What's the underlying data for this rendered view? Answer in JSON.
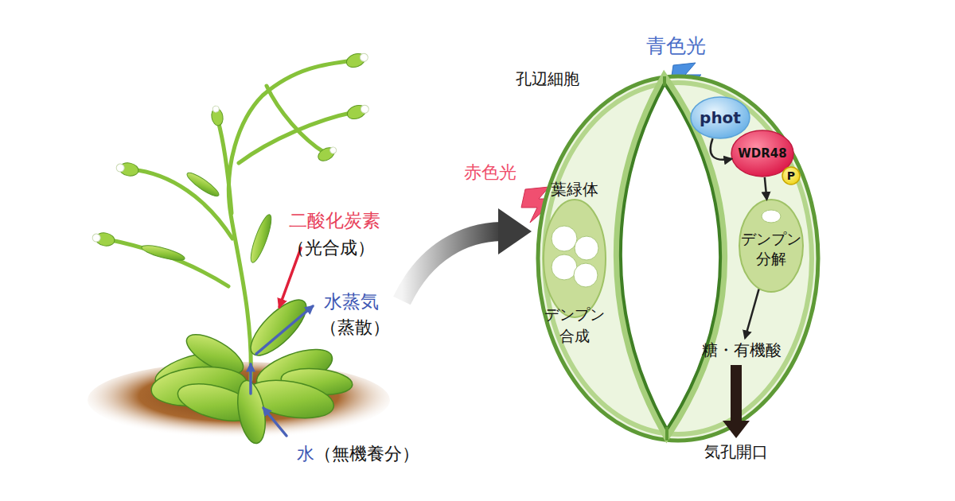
{
  "diagram": {
    "nodes": [
      {
        "text": [
          "孔辺細胞"
        ]
      },
      {
        "text": [
          "葉緑体",
          "デンプン 合成"
        ],
        "in": 0
      },
      {
        "text": [
          "phot"
        ],
        "in": 0
      },
      {
        "text": [
          "WDR48"
        ],
        "in": 0
      },
      {
        "text": [
          "P"
        ],
        "in": 3
      },
      {
        "text": [
          "デンプン 分解"
        ],
        "in": 0
      },
      {
        "text": [
          "糖・有機酸"
        ],
        "in": 0
      },
      {
        "text": [
          "気孔開口"
        ]
      }
    ],
    "edges": [
      {
        "from": 2,
        "to": 3,
        "arrow": "to"
      },
      {
        "from": 3,
        "to": 5,
        "arrow": "to"
      },
      {
        "from": 5,
        "to": 6,
        "arrow": "to"
      },
      {
        "from": 6,
        "to": 7,
        "arrow": "to"
      }
    ],
    "labels": [
      "青色光",
      "赤色光",
      "二酸化炭素",
      "（光合成）",
      "水蒸気",
      "（蒸散）",
      "水",
      "（無機養分）"
    ]
  }
}
